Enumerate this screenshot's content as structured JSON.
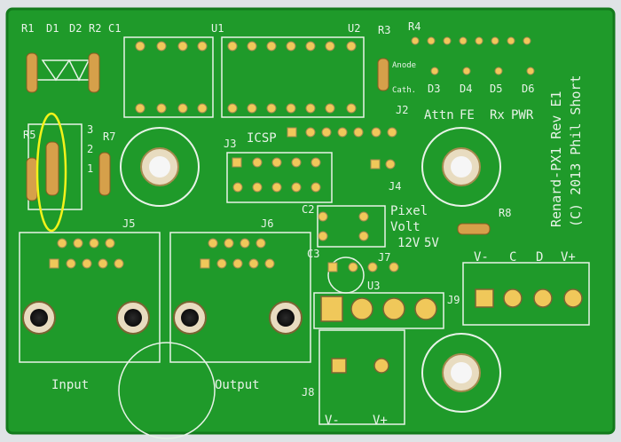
{
  "board": {
    "title": "Renard-PX1 Rev E1",
    "copyright": "(C) 2013 Phil Short",
    "colors": {
      "pcb": "#1f9a2a",
      "pcb_edge": "#137a1c",
      "silk": "#e8f3e8",
      "pad": "#e6b94a",
      "highlight": "#f4f21a"
    }
  },
  "labels": {
    "r1": "R1",
    "d1": "D1",
    "d2": "D2",
    "r2": "R2",
    "c1": "C1",
    "u1": "U1",
    "u2": "U2",
    "r3": "R3",
    "r4": "R4",
    "anode": "Anode",
    "cath": "Cath.",
    "j2": "J2",
    "d3": "D3",
    "d4": "D4",
    "d5": "D5",
    "d6": "D6",
    "attn": "Attn",
    "fe": "FE",
    "rx": "Rx",
    "pwr": "PWR",
    "r5": "R5",
    "n3": "3",
    "n2": "2",
    "n1": "1",
    "r7": "R7",
    "icsp": "ICSP",
    "j3": "J3",
    "j4": "J4",
    "c2": "C2",
    "pixel": "Pixel",
    "volt": "Volt",
    "v12": "12V",
    "v5": "5V",
    "r8": "R8",
    "c3": "C3",
    "j7": "J7",
    "u3": "U3",
    "j9": "J9",
    "vminus": "V-",
    "c": "C",
    "d": "D",
    "vplus": "V+",
    "j5": "J5",
    "j6": "J6",
    "input": "Input",
    "output": "Output",
    "j8": "J8",
    "j8_vminus": "V-",
    "j8_vplus": "V+"
  }
}
